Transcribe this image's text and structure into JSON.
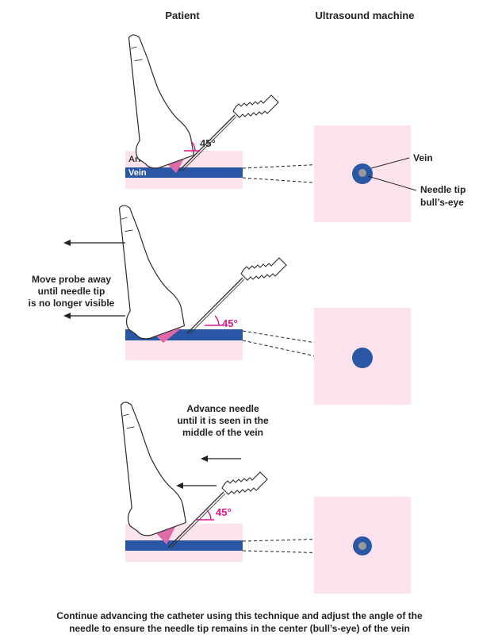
{
  "headers": {
    "patient": "Patient",
    "machine": "Ultrasound machine"
  },
  "labels": {
    "arm": "Arm",
    "vein": "Vein",
    "vein_pointer": "Vein",
    "needle_tip_line1": "Needle tip",
    "needle_tip_line2": "bull’s-eye",
    "angle": "45°"
  },
  "instructions": {
    "move_probe_line1": "Move probe away",
    "move_probe_line2": "until needle tip",
    "move_probe_line3": "is no longer visible",
    "advance_line1": "Advance needle",
    "advance_line2": "until it is seen in the",
    "advance_line3": "middle of the vein"
  },
  "caption_line1": "Continue advancing the catheter using this technique and adjust the angle of the",
  "caption_line2": "needle to ensure the needle tip remains in the center (bull’s-eye) of the vein",
  "colors": {
    "tissue": "#fde3ee",
    "vein": "#2a56a6",
    "beam": "#e06aa8",
    "angle": "#e0168a",
    "needle_dot": "#9a9a9a"
  }
}
